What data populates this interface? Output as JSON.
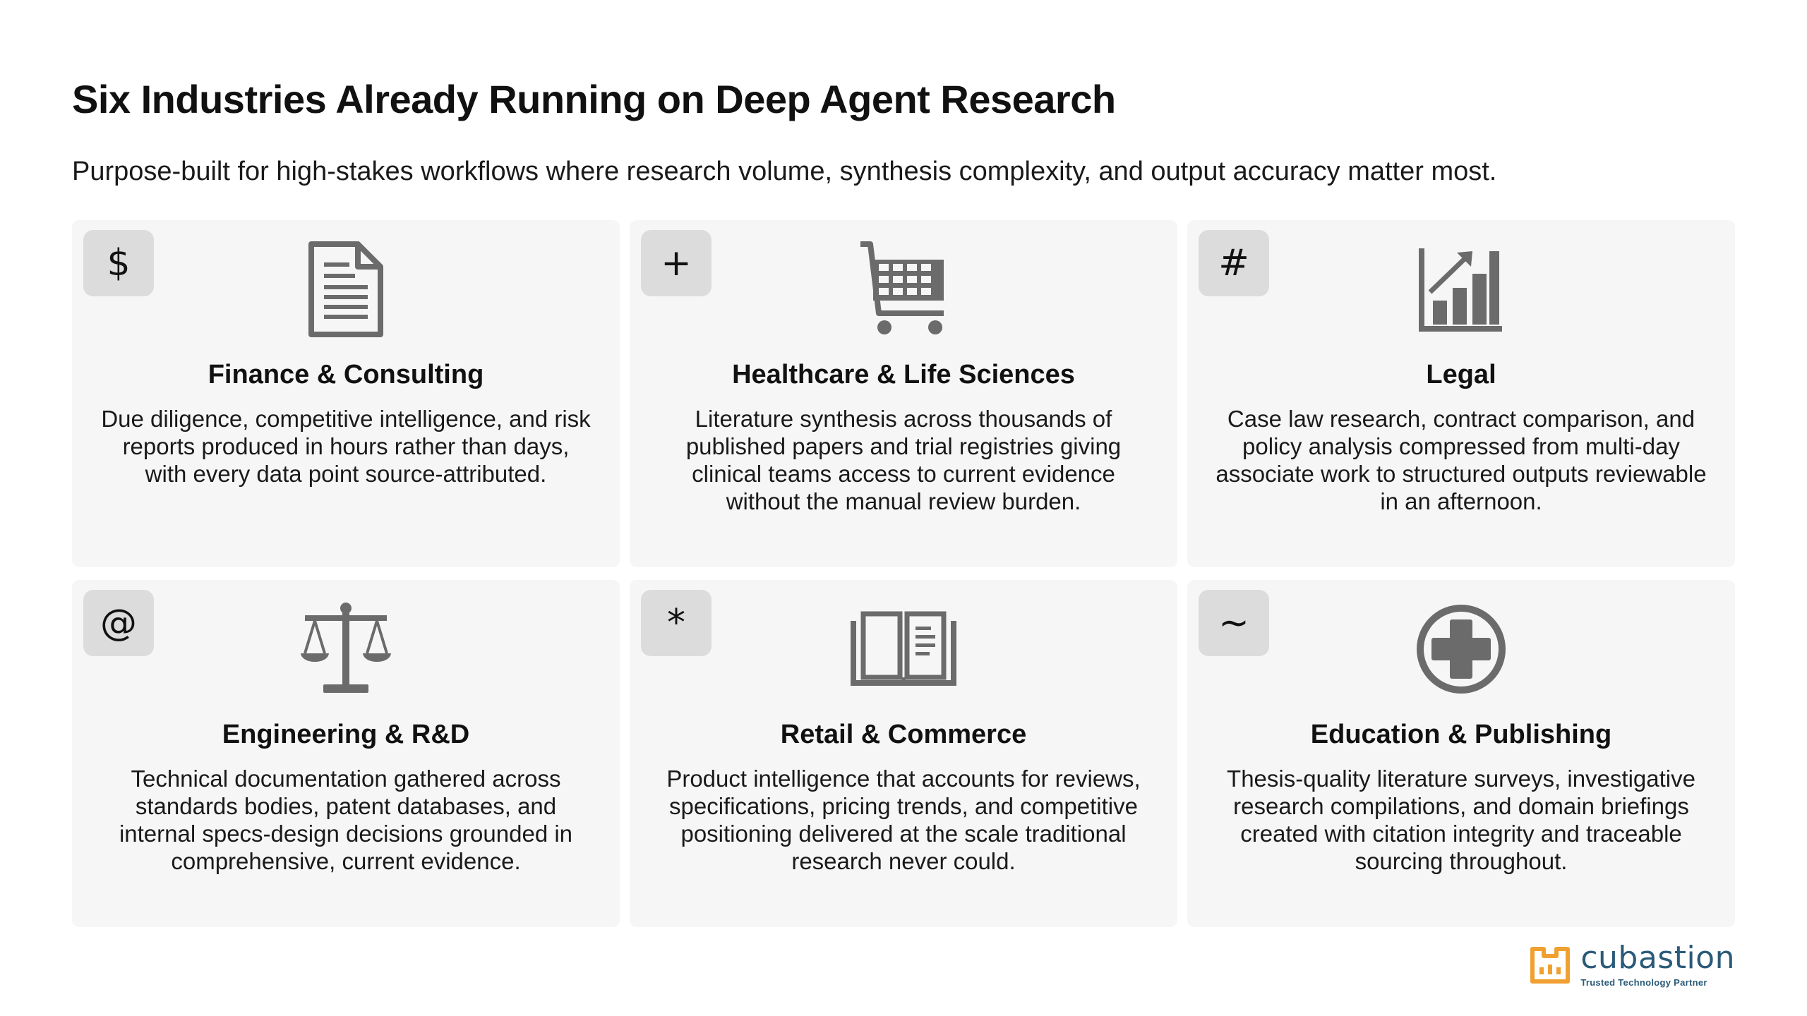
{
  "header": {
    "title": "Six Industries Already Running on Deep Agent Research",
    "subtitle": "Purpose-built for high-stakes workflows where research volume, synthesis complexity, and output accuracy matter most."
  },
  "cards": [
    {
      "badge": "$",
      "icon": "document-icon",
      "title": "Finance & Consulting",
      "description": "Due diligence, competitive intelligence, and risk reports produced in hours rather than days, with every data point source-attributed."
    },
    {
      "badge": "+",
      "icon": "shopping-cart-icon",
      "title": "Healthcare & Life Sciences",
      "description": "Literature synthesis across thousands of published papers and trial registries giving clinical teams access to current evidence without the manual review burden."
    },
    {
      "badge": "#",
      "icon": "growth-chart-icon",
      "title": "Legal",
      "description": "Case law research, contract comparison, and policy analysis compressed from multi-day associate work to structured outputs reviewable in an afternoon."
    },
    {
      "badge": "@",
      "icon": "scales-icon",
      "title": "Engineering & R&D",
      "description": "Technical documentation gathered across standards bodies, patent databases, and internal specs-design decisions grounded in comprehensive, current evidence."
    },
    {
      "badge": "*",
      "icon": "open-book-icon",
      "title": "Retail & Commerce",
      "description": "Product intelligence that accounts for reviews, specifications, pricing trends, and competitive positioning delivered at the scale traditional research never could."
    },
    {
      "badge": "~",
      "icon": "medical-cross-icon",
      "title": "Education & Publishing",
      "description": "Thesis-quality literature surveys, investigative research compilations, and domain briefings created with citation integrity and traceable sourcing throughout."
    }
  ],
  "logo": {
    "name": "cubastion",
    "tagline": "Trusted Technology Partner"
  },
  "colors": {
    "card_background": "#f6f6f6",
    "badge_background": "#dcdcdc",
    "icon_gray": "#6b6b6b",
    "logo_blue": "#2a5a78",
    "logo_orange": "#f0a030"
  }
}
